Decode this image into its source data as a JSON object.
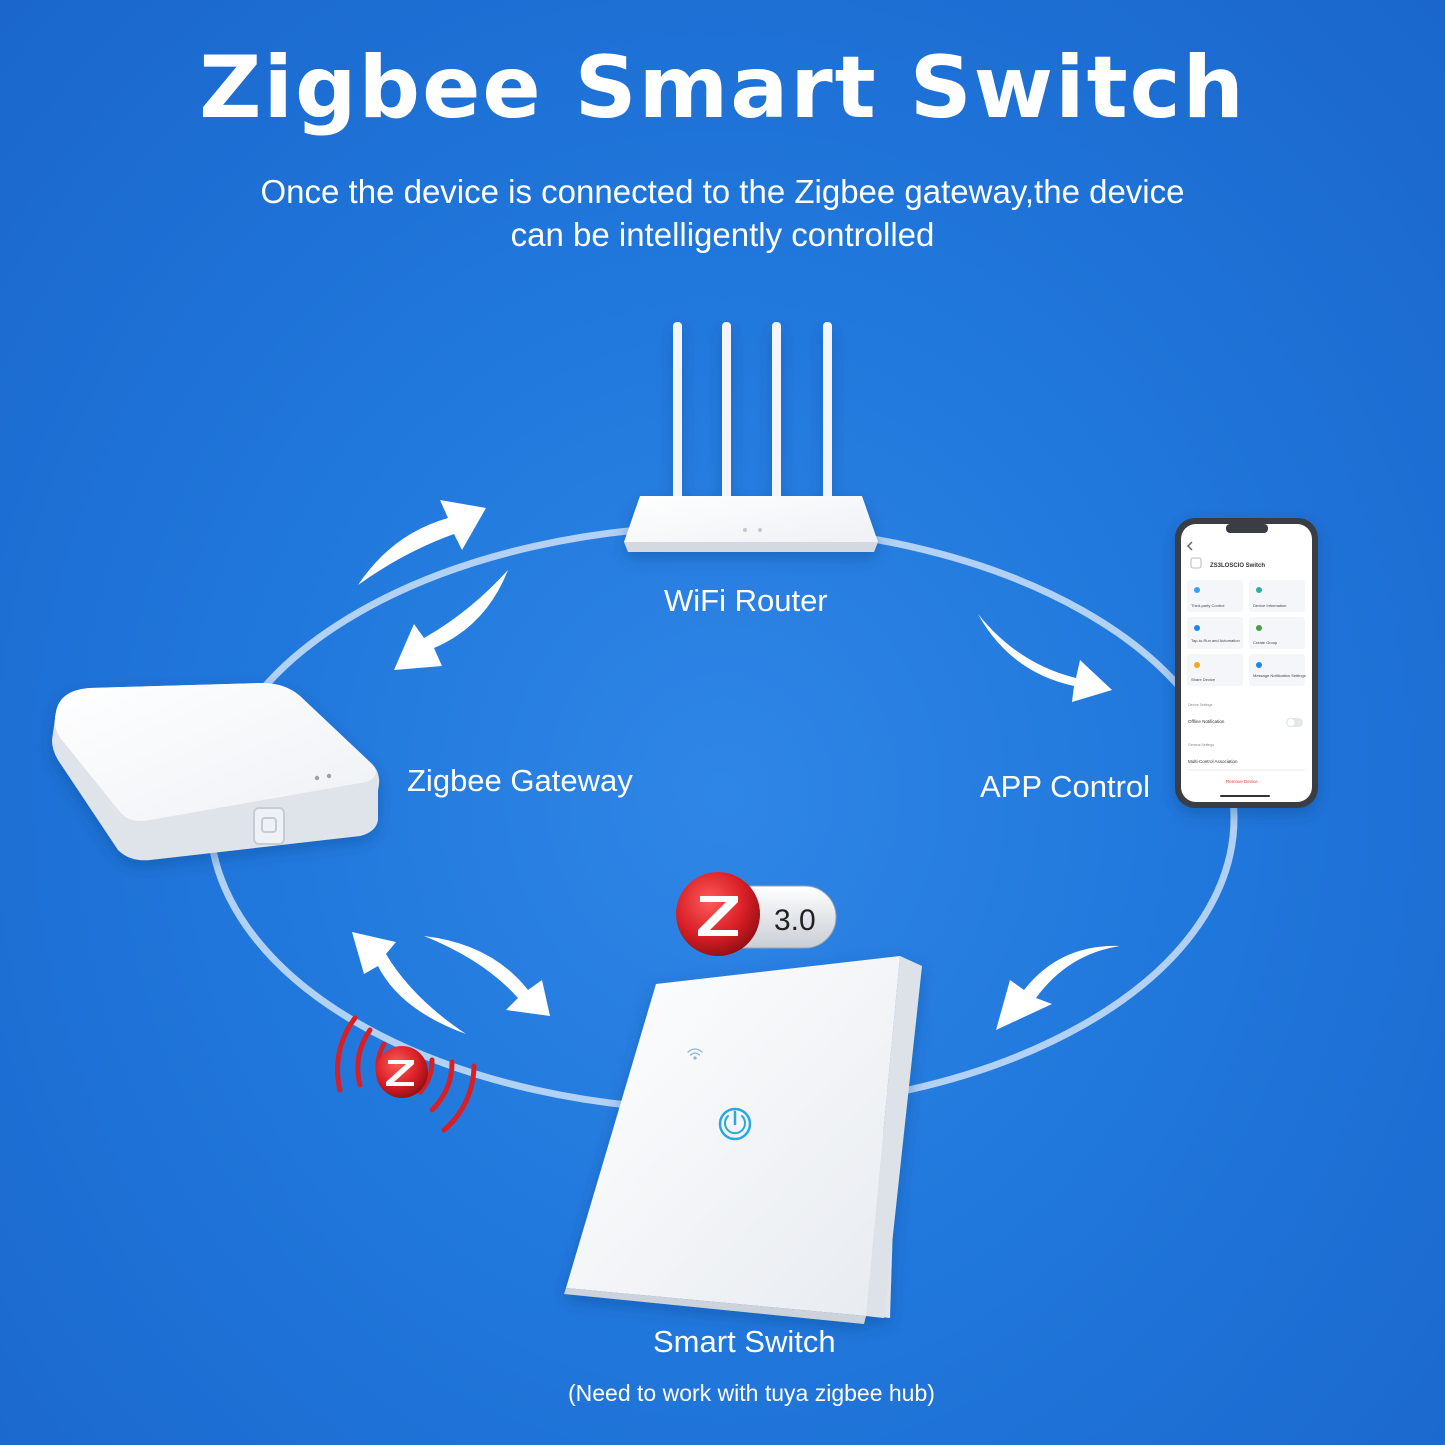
{
  "header": {
    "title": "Zigbee Smart Switch",
    "subtitle_line1": "Once the device is connected to the Zigbee gateway,the device",
    "subtitle_line2": "can be intelligently controlled"
  },
  "devices": {
    "router_label": "WiFi Router",
    "gateway_label": "Zigbee Gateway",
    "app_label": "APP Control",
    "switch_label": "Smart Switch",
    "switch_note": "(Need to work with tuya zigbee hub)"
  },
  "badge": {
    "version": "3.0"
  },
  "phone": {
    "title": "ZS3LOSCIO Switch",
    "tiles": [
      "Third-party Control",
      "Device Information",
      "Tap-to-Run and Automation",
      "Create Group",
      "Share Device",
      "Message Notification Settings"
    ],
    "section_device": "Device Settings",
    "offline": "Offline Notification",
    "section_general": "General Settings",
    "multi": "Multi-Control Association",
    "remove": "Remove Device"
  },
  "colors": {
    "background": "#2178dc",
    "ring": "#b9d6f5",
    "zigbee_red": "#d81f26",
    "power_icon": "#29a8e0"
  }
}
